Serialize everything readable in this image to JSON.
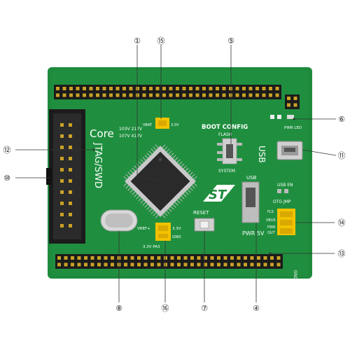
{
  "board": {
    "colors": {
      "pcb": "#1e8a3c",
      "pcb_dark": "#157030",
      "header_black": "#1b1b1b",
      "pin_gold": "#c9a227",
      "jumper_yellow": "#f2c200",
      "silk": "#ffffff",
      "chip": "#2a2a2a"
    },
    "silkscreen": {
      "core": "Core",
      "vdd1": "103V 217V",
      "vdd2": "107V 417V",
      "jtag": "JTAG/SWD",
      "boot_config": "BOOT CONFIG",
      "flash": "FLASH",
      "system": "SYSTEM",
      "usb_side": "USB",
      "usb_top": "USB",
      "usb_en": "USB EN",
      "otg_jmp": "OTG JMP",
      "reset": "RESET",
      "pwr_5v": "PWR 5V",
      "pwr_led": "PWR LED",
      "vref": "VREF+",
      "v33_a": "3.3V",
      "v33_b": "3.3V",
      "gnd": "GND",
      "gnd_right": "GND",
      "vbat": "VBAT",
      "vbus": "VBUS",
      "pwr": "PWR",
      "out": "OUT",
      "fls": "FLS",
      "v33_pa3": "3.3V PA3",
      "st_logo": "ST"
    },
    "callouts": [
      {
        "id": "1",
        "glyph": "①"
      },
      {
        "id": "4",
        "glyph": "④"
      },
      {
        "id": "5",
        "glyph": "⑤"
      },
      {
        "id": "6",
        "glyph": "⑥"
      },
      {
        "id": "7",
        "glyph": "⑦"
      },
      {
        "id": "8",
        "glyph": "⑧"
      },
      {
        "id": "10",
        "glyph": "⑩"
      },
      {
        "id": "11",
        "glyph": "⑪"
      },
      {
        "id": "12",
        "glyph": "⑫"
      },
      {
        "id": "13",
        "glyph": "⑬"
      },
      {
        "id": "14",
        "glyph": "⑭"
      },
      {
        "id": "15",
        "glyph": "⑮"
      },
      {
        "id": "16",
        "glyph": "⑯"
      }
    ]
  }
}
